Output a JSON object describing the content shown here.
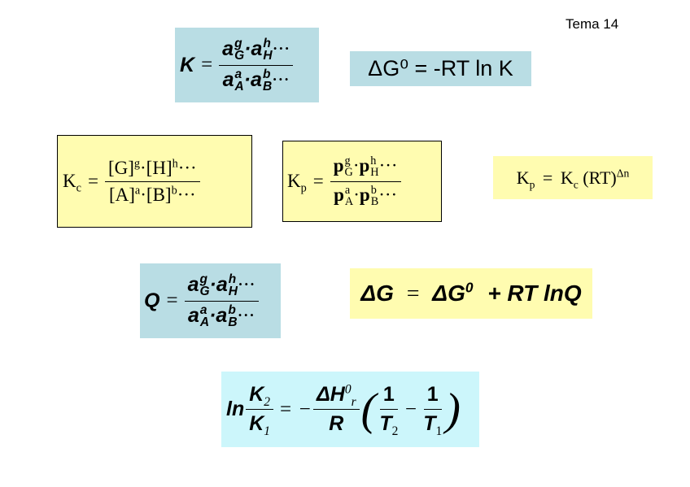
{
  "tag": "Tema 14",
  "eq_K": {
    "lhs": "K",
    "num_a1": "a",
    "num_s1": "g",
    "num_b1": "G",
    "num_a2": "a",
    "num_s2": "h",
    "num_b2": "H",
    "den_a1": "a",
    "den_s1": "a",
    "den_b1": "A",
    "den_a2": "a",
    "den_s2": "b",
    "den_b2": "B",
    "dots": "···"
  },
  "eq_dG0": "ΔG⁰ = -RT ln K",
  "eq_Kc": {
    "K": "K",
    "sub": "c",
    "num": "[G]",
    "num_s1": "g",
    "num2": "[H]",
    "num_s2": "h",
    "den": "[A]",
    "den_s1": "a",
    "den2": "[B]",
    "den_s2": "b",
    "dots": "···"
  },
  "eq_Kp": {
    "K": "K",
    "sub": "p",
    "p": "p",
    "ps1": "g",
    "pb1": "G",
    "ps2": "h",
    "pb2": "H",
    "ds1": "a",
    "db1": "A",
    "ds2": "b",
    "db2": "B",
    "dots": "···"
  },
  "eq_KpKc": {
    "K1": "K",
    "s1": "p",
    "eq": "=",
    "K2": "K",
    "s2": "c",
    "rt": "(RT)",
    "exp": "Δn"
  },
  "eq_Q": {
    "lhs": "Q"
  },
  "eq_dG": {
    "lhs": "ΔG",
    "eq": "=",
    "rhs1": "ΔG",
    "sup": "0",
    "rhs2": "+ RT lnQ"
  },
  "eq_vant": {
    "ln": "ln",
    "K2": "K",
    "s2": "2",
    "K1": "K",
    "s1": "1",
    "minus": "−",
    "dH": "ΔH",
    "sup0": "0",
    "subr": "r",
    "R": "R",
    "one": "1",
    "T2": "T",
    "t2": "2",
    "T1": "T",
    "t1": "1"
  }
}
